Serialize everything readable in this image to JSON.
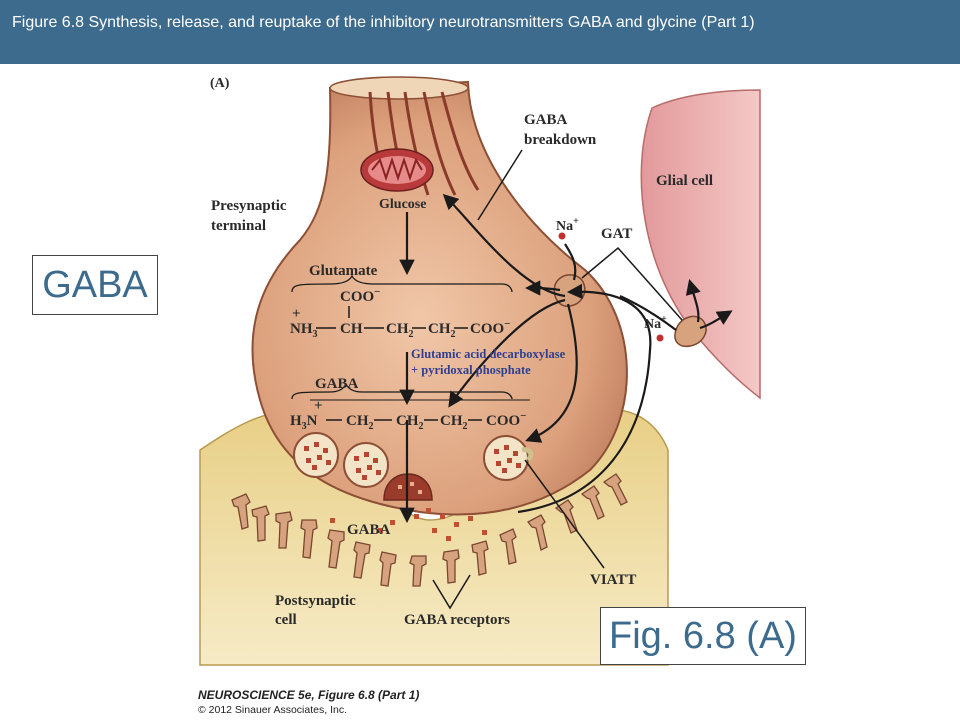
{
  "header": {
    "title": "Figure 6.8  Synthesis, release, and reuptake of the inhibitory neurotransmitters GABA and glycine (Part 1)"
  },
  "boxes": {
    "gaba": "GABA",
    "figure": "Fig. 6.8 (A)"
  },
  "diagram": {
    "panel_label": "(A)",
    "gaba_breakdown": [
      "GABA",
      "breakdown"
    ],
    "glial_cell": "Glial cell",
    "presynaptic": [
      "Presynaptic",
      "terminal"
    ],
    "glucose": "Glucose",
    "na": "Na",
    "na_charge": "+",
    "gat": "GAT",
    "glutamate": "Glutamate",
    "glutamate_top": "COO",
    "glutamate_main": [
      "NH",
      "3",
      "CH",
      "CH",
      "2",
      "CH",
      "2",
      "COO"
    ],
    "enzyme": [
      "Glutamic acid decarboxylase",
      "+ pyridoxal phosphate"
    ],
    "gaba_label": "GABA",
    "gaba_formula": [
      "H",
      "3",
      "N",
      "CH",
      "2",
      "CH",
      "2",
      "CH",
      "2",
      "COO"
    ],
    "plus": "+",
    "minus": "−",
    "gaba_cleft": "GABA",
    "viatt": "VIATT",
    "postsynaptic": [
      "Postsynaptic",
      "cell"
    ],
    "gaba_receptors": "GABA receptors"
  },
  "credit": {
    "line1": "NEUROSCIENCE 5e, Figure 6.8 (Part 1)",
    "line2": "© 2012 Sinauer Associates, Inc."
  },
  "colors": {
    "header": "#3d6b8e",
    "terminal": "#d9a07c",
    "postsynaptic": "#ecd9a0",
    "glial": "#eab0ae",
    "enzyme_text": "#2f3f8f"
  }
}
